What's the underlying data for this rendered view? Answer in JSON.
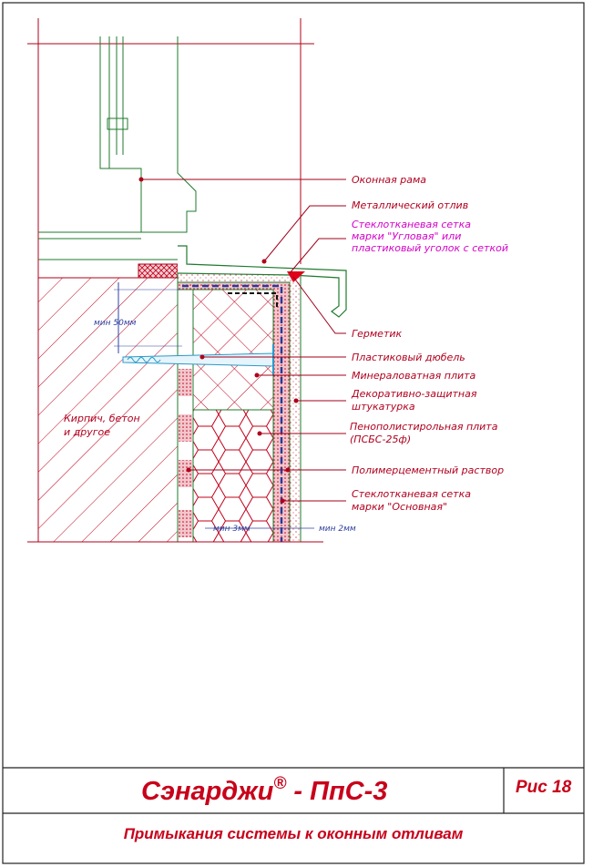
{
  "title_block": {
    "product": "Сэнарджи",
    "registered_mark": "®",
    "code": " - ПпС-3",
    "figure": "Рис 18",
    "subtitle": "Примыкания системы к оконным отливам"
  },
  "labels": {
    "window_frame": "Оконная рама",
    "metal_sill": "Металлический отлив",
    "corner_mesh_1": "Стеклотканевая сетка",
    "corner_mesh_2": "марки \"Угловая\" или",
    "corner_mesh_3": "пластиковый уголок с сеткой",
    "sealant": "Герметик",
    "plastic_dowel": "Пластиковый дюбель",
    "mineral_wool": "Минераловатная плита",
    "plaster_1": "Декоративно-защитная",
    "plaster_2": "штукатурка",
    "eps_1": "Пенополистирольная плита",
    "eps_2": "(ПСБС-25ф)",
    "mortar": "Полимерцементный раствор",
    "base_mesh_1": "Стеклотканевая сетка",
    "base_mesh_2": "марки \"Основная\"",
    "wall_1": "Кирпич, бетон",
    "wall_2": "и другое"
  },
  "dimensions": {
    "min_50": "мин 50мм",
    "min_3": "мин 3мм",
    "min_2": "мин 2мм"
  },
  "colors": {
    "accent": "#c8001a",
    "frame_green": "#1f7a2e",
    "mesh_blue": "#2a3a9a"
  }
}
